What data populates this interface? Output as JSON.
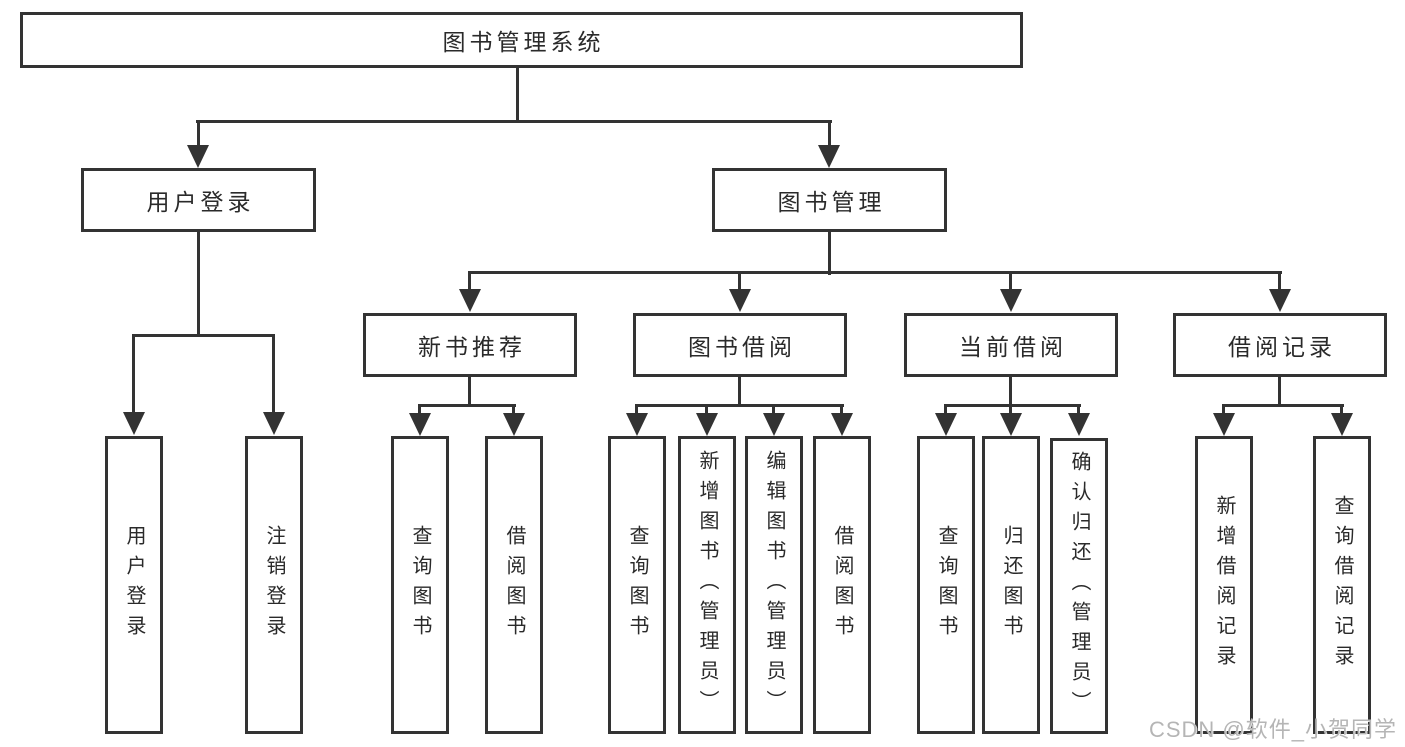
{
  "tree": {
    "root": {
      "label": "图书管理系统"
    },
    "userLogin": {
      "label": "用户登录",
      "children": [
        {
          "label": "用户登录"
        },
        {
          "label": "注销登录"
        }
      ]
    },
    "bookMgmt": {
      "label": "图书管理",
      "children": [
        {
          "label": "新书推荐",
          "children": [
            {
              "label": "查询图书"
            },
            {
              "label": "借阅图书"
            }
          ]
        },
        {
          "label": "图书借阅",
          "children": [
            {
              "label": "查询图书"
            },
            {
              "label": "新增图书（管理员）"
            },
            {
              "label": "编辑图书（管理员）"
            },
            {
              "label": "借阅图书"
            }
          ]
        },
        {
          "label": "当前借阅",
          "children": [
            {
              "label": "查询图书"
            },
            {
              "label": "归还图书"
            },
            {
              "label": "确认归还（管理员）"
            }
          ]
        },
        {
          "label": "借阅记录",
          "children": [
            {
              "label": "新增借阅记录"
            },
            {
              "label": "查询借阅记录"
            }
          ]
        }
      ]
    }
  },
  "watermark": "CSDN @软件_小贺同学",
  "colors": {
    "line": "#333333",
    "text": "#2a2a2a",
    "watermark": "#b5b5b5",
    "bg": "#ffffff"
  }
}
